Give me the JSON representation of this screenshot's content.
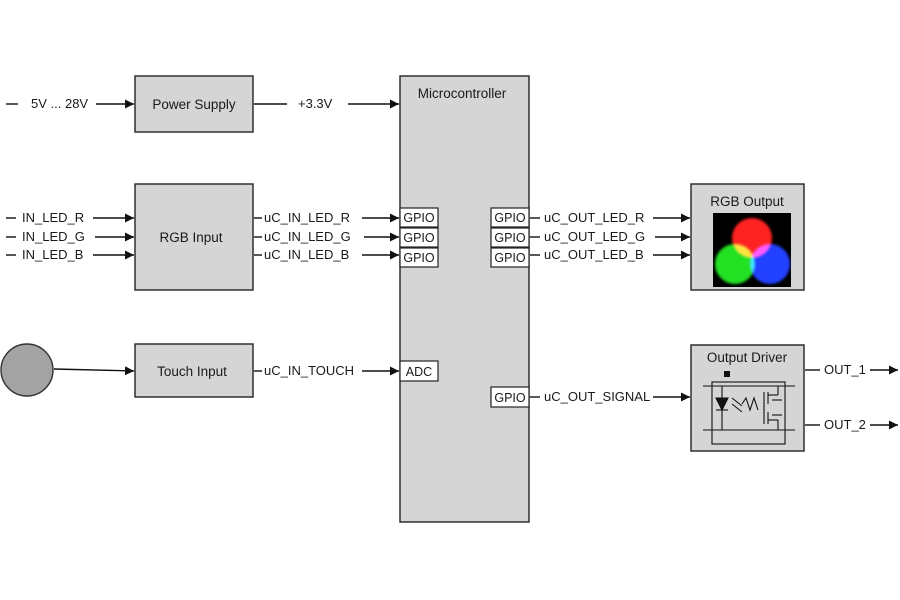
{
  "power": {
    "input_label": "5V ... 28V",
    "block_title": "Power Supply",
    "output_label": "+3.3V"
  },
  "rgb_input": {
    "block_title": "RGB Input",
    "inputs": [
      "IN_LED_R",
      "IN_LED_G",
      "IN_LED_B"
    ],
    "outputs": [
      "uC_IN_LED_R",
      "uC_IN_LED_G",
      "uC_IN_LED_B"
    ]
  },
  "touch": {
    "block_title": "Touch Input",
    "output_label": "uC_IN_TOUCH"
  },
  "microcontroller": {
    "title": "Microcontroller",
    "left_pins": [
      "GPIO",
      "GPIO",
      "GPIO"
    ],
    "adc_pin": "ADC",
    "right_pins": [
      "GPIO",
      "GPIO",
      "GPIO"
    ],
    "signal_pin": "GPIO"
  },
  "rgb_output": {
    "block_title": "RGB Output",
    "inputs": [
      "uC_OUT_LED_R",
      "uC_OUT_LED_G",
      "uC_OUT_LED_B"
    ]
  },
  "output_driver": {
    "block_title": "Output Driver",
    "input_label": "uC_OUT_SIGNAL",
    "outputs": [
      "OUT_1",
      "OUT_2"
    ]
  },
  "colors": {
    "block_fill": "#d5d5d5",
    "touch_pad": "#a3a3a3",
    "led_red": "#ff2020",
    "led_green": "#20e020",
    "led_blue": "#2040ff"
  }
}
